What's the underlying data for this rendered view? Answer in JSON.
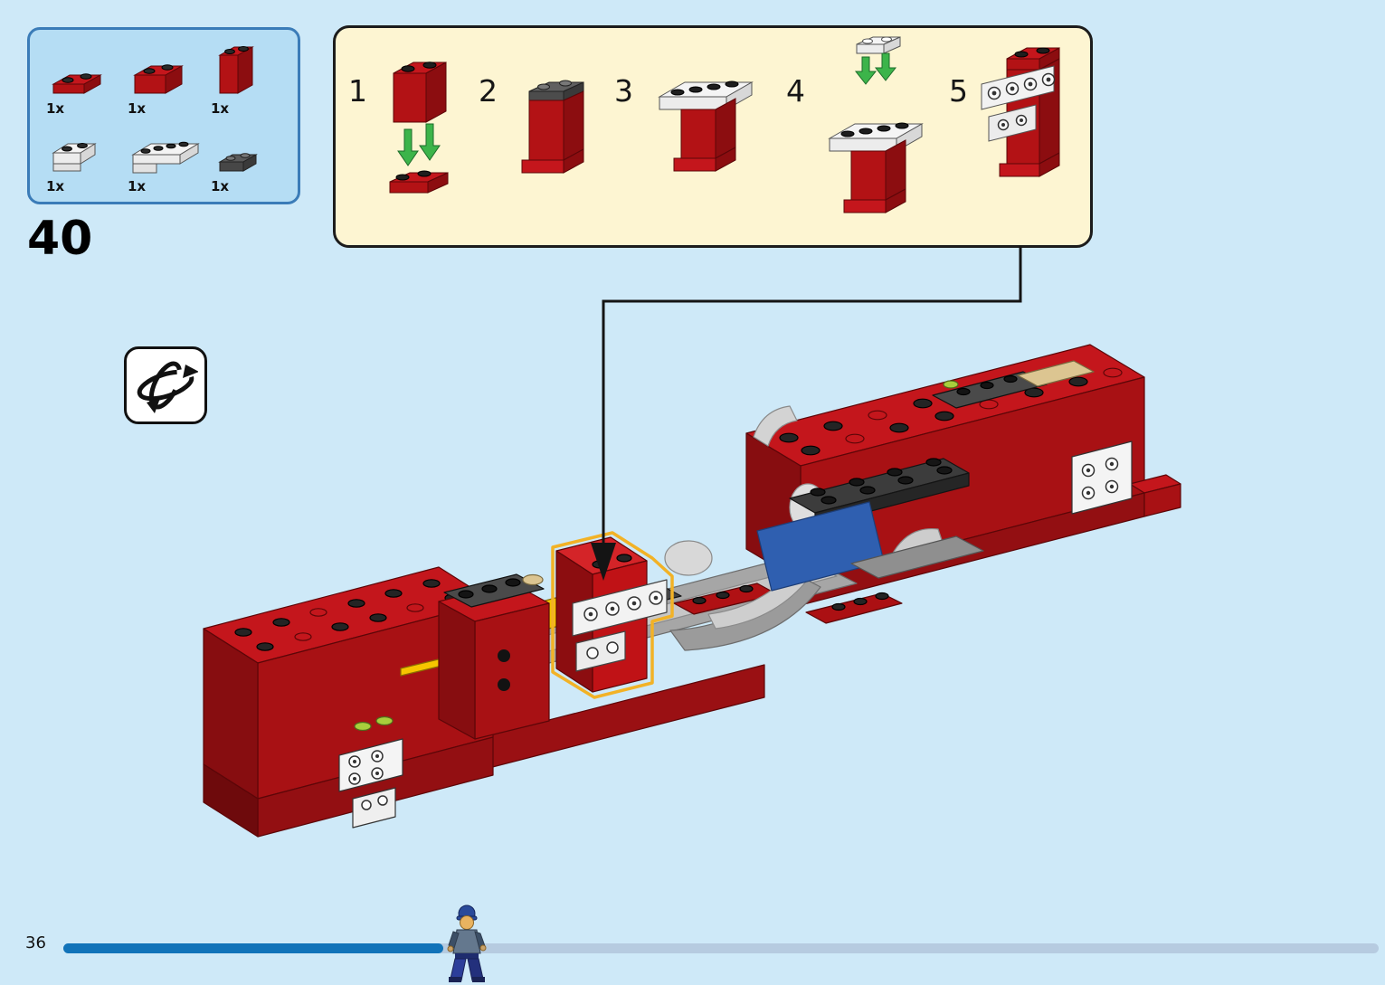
{
  "page": {
    "number": "36",
    "step_number": "40"
  },
  "parts_panel": {
    "items": [
      {
        "name": "red-plate-1x2",
        "count": "1x"
      },
      {
        "name": "red-brick-1x2",
        "count": "1x"
      },
      {
        "name": "red-brick-1x2x2",
        "count": "1x"
      },
      {
        "name": "white-bracket-1x2",
        "count": "1x"
      },
      {
        "name": "white-bracket-1x4",
        "count": "1x"
      },
      {
        "name": "dark-gray-plate-1x2",
        "count": "1x"
      }
    ]
  },
  "callout": {
    "steps": [
      {
        "label": "1"
      },
      {
        "label": "2"
      },
      {
        "label": "3"
      },
      {
        "label": "4"
      },
      {
        "label": "5"
      }
    ]
  },
  "icons": {
    "rotate_model": "rotate-model-icon",
    "placement_arrow": "down-arrow-icon"
  },
  "colors": {
    "background": "#cee9f8",
    "parts_box_fill": "#b5ddf4",
    "parts_box_border": "#3b7cb8",
    "callout_fill": "#fdf5d2",
    "callout_border": "#1c1c1c",
    "brick_red": "#c4161c",
    "arrow_green": "#3cb44a",
    "highlight_gold": "#f2b226",
    "progress_fill": "#1173b9",
    "progress_track": "#b6cbe0"
  },
  "progress": {
    "fraction": 0.29
  }
}
